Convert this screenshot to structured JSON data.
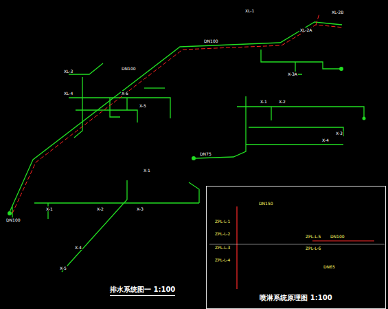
{
  "diagram": {
    "title": "排水系统图一 1:100",
    "nodes": [
      {
        "text": [
          "喷淋系统原理图 1:100"
        ]
      }
    ],
    "labels": [
      "XL-1",
      "XL-2A",
      "XL-2B",
      "DN100",
      "DN100",
      "XL-3",
      "XL-4",
      "X-6",
      "X-5",
      "X-3A",
      "X-1",
      "X-2",
      "X-3",
      "X-4",
      "DN75",
      "X-1",
      "X-1",
      "X-2",
      "X-3",
      "X-4",
      "X-5",
      "DN100",
      "DN150",
      "ZPL-L-1",
      "ZPL-L-2",
      "ZPL-L-3",
      "ZPL-L-4",
      "ZPL-L-5",
      "ZPL-L-6",
      "DN100",
      "DN65"
    ]
  }
}
